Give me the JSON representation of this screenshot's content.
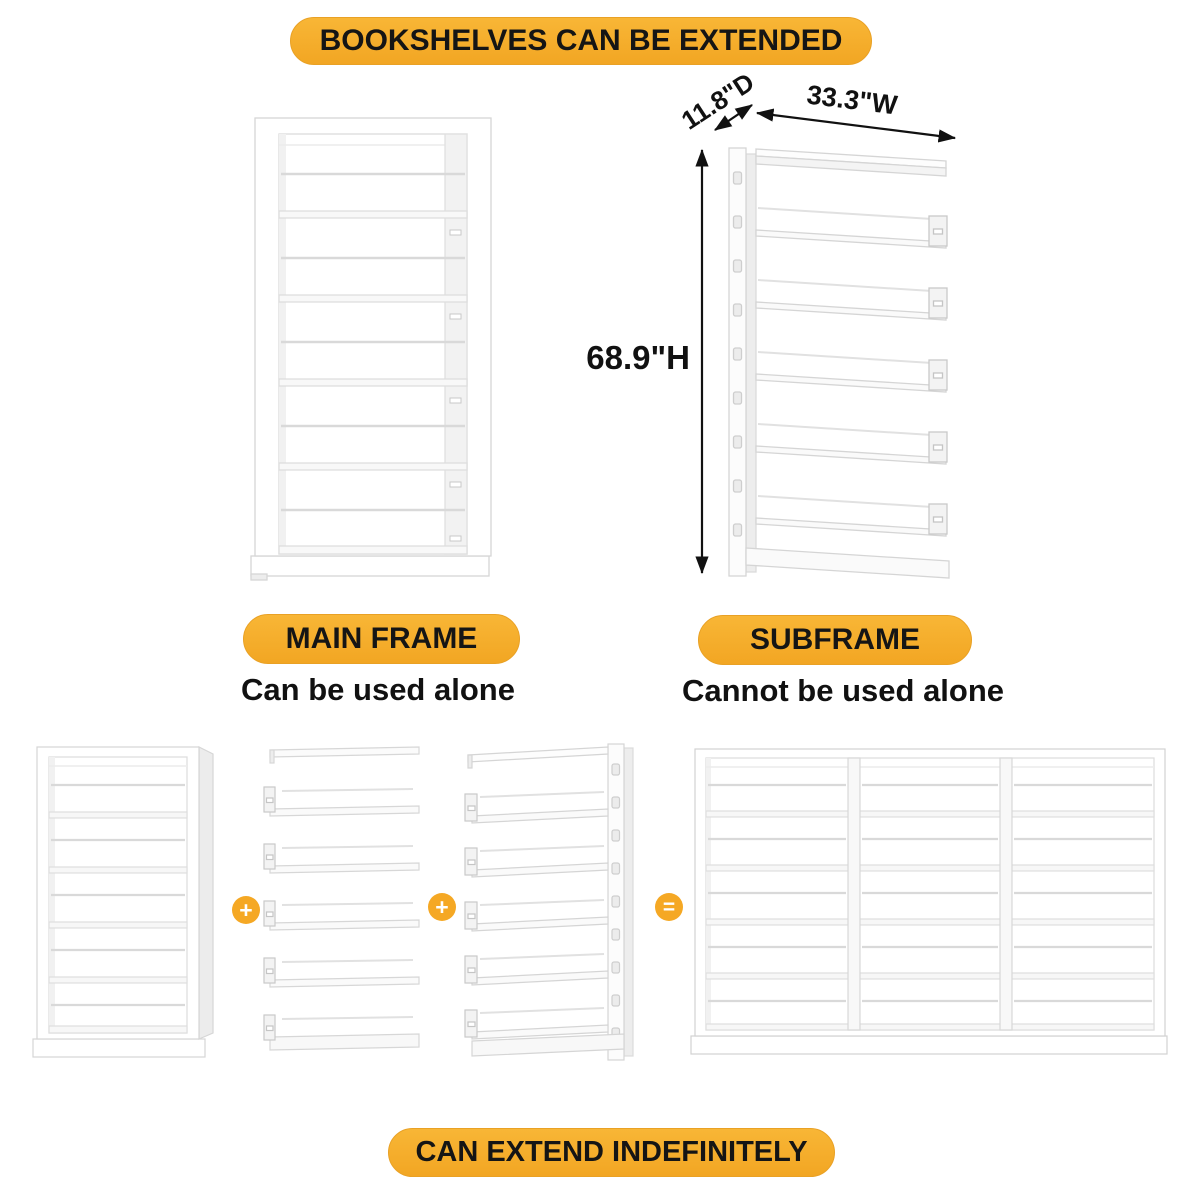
{
  "colors": {
    "badge_yellow": "#F5AC2B",
    "badge_border": "#E9A125",
    "operator_yellow": "#F5A824",
    "text_black": "#1a1a1a",
    "shelf_outline_gray": "#d6d6d6"
  },
  "header_badge": "BOOKSHELVES CAN BE EXTENDED",
  "footer_badge": "CAN EXTEND INDEFINITELY",
  "dimensions": {
    "depth": "11.8\"D",
    "width": "33.3\"W",
    "height": "68.9\"H"
  },
  "main_frame": {
    "badge": "MAIN FRAME",
    "subtitle": "Can be used alone"
  },
  "subframe": {
    "badge": "SUBFRAME",
    "subtitle": "Cannot be used alone"
  },
  "operators": {
    "plus": "+",
    "equals": "="
  }
}
